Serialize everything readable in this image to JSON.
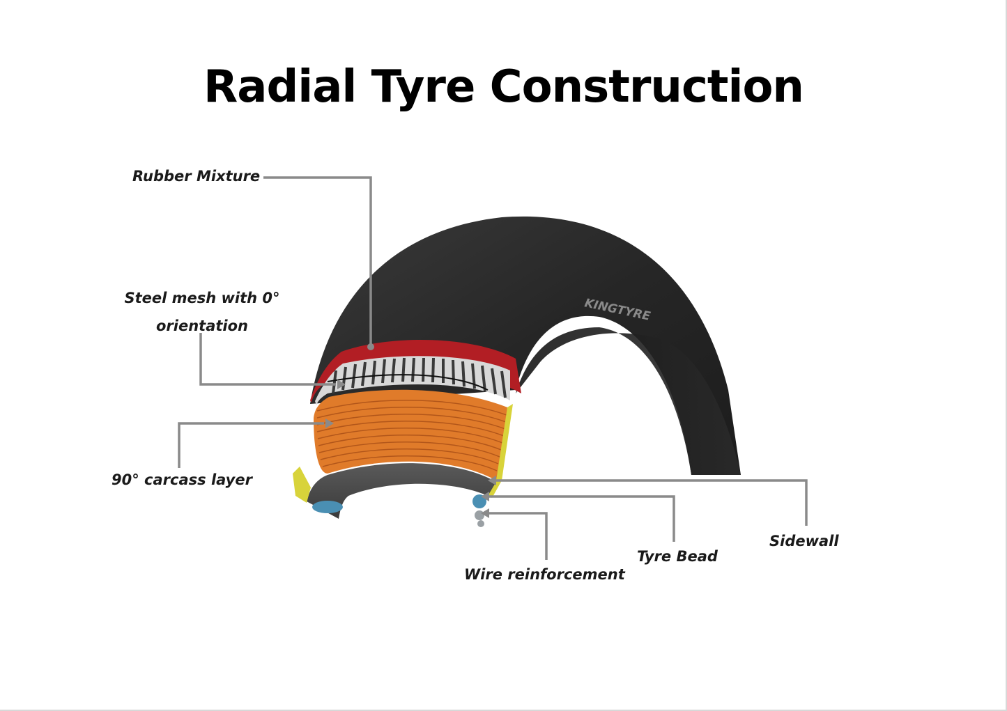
{
  "title": "Radial Tyre Construction",
  "brand_mark": "KINGTYRE",
  "labels": {
    "rubber_mixture": "Rubber Mixture",
    "steel_mesh_line1": "Steel mesh with 0°",
    "steel_mesh_line2": "orientation",
    "carcass": "90° carcass layer",
    "wire_reinforcement": "Wire reinforcement",
    "tyre_bead": "Tyre Bead",
    "sidewall": "Sidewall"
  },
  "colors": {
    "tyre": "#2b2b2b",
    "rubber_layer": "#b21e24",
    "steel_mesh": "#cfcfcf",
    "carcass": "#e07b2a",
    "sidewall_liner": "#d8d33a",
    "bead": "#4a8fb3",
    "leader": "#8a8a8a"
  }
}
